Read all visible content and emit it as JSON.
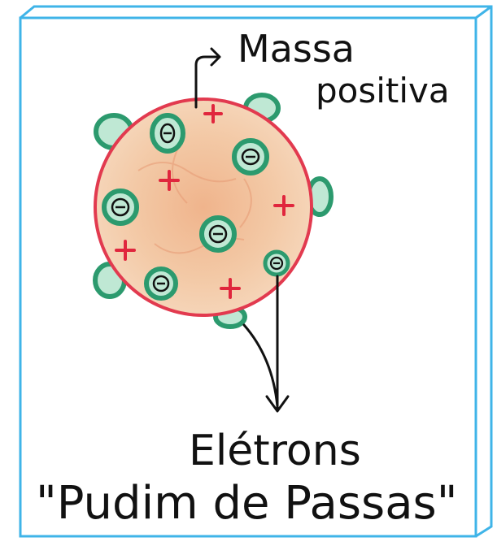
{
  "labels": {
    "positive_mass_line1": "Massa",
    "positive_mass_line2": "positiva",
    "electrons": "Elétrons",
    "model_name": "\"Pudim de Passas\""
  },
  "colors": {
    "border": "#3fb4e8",
    "sphere_fill": "#f3c9a6",
    "sphere_outline": "#e23a4f",
    "electron_ring": "#2c9a6e",
    "electron_fill": "#bfe8d4",
    "plus": "#e0263d",
    "ink": "#111111"
  },
  "symbols": {
    "positive": "+",
    "negative": "−"
  }
}
